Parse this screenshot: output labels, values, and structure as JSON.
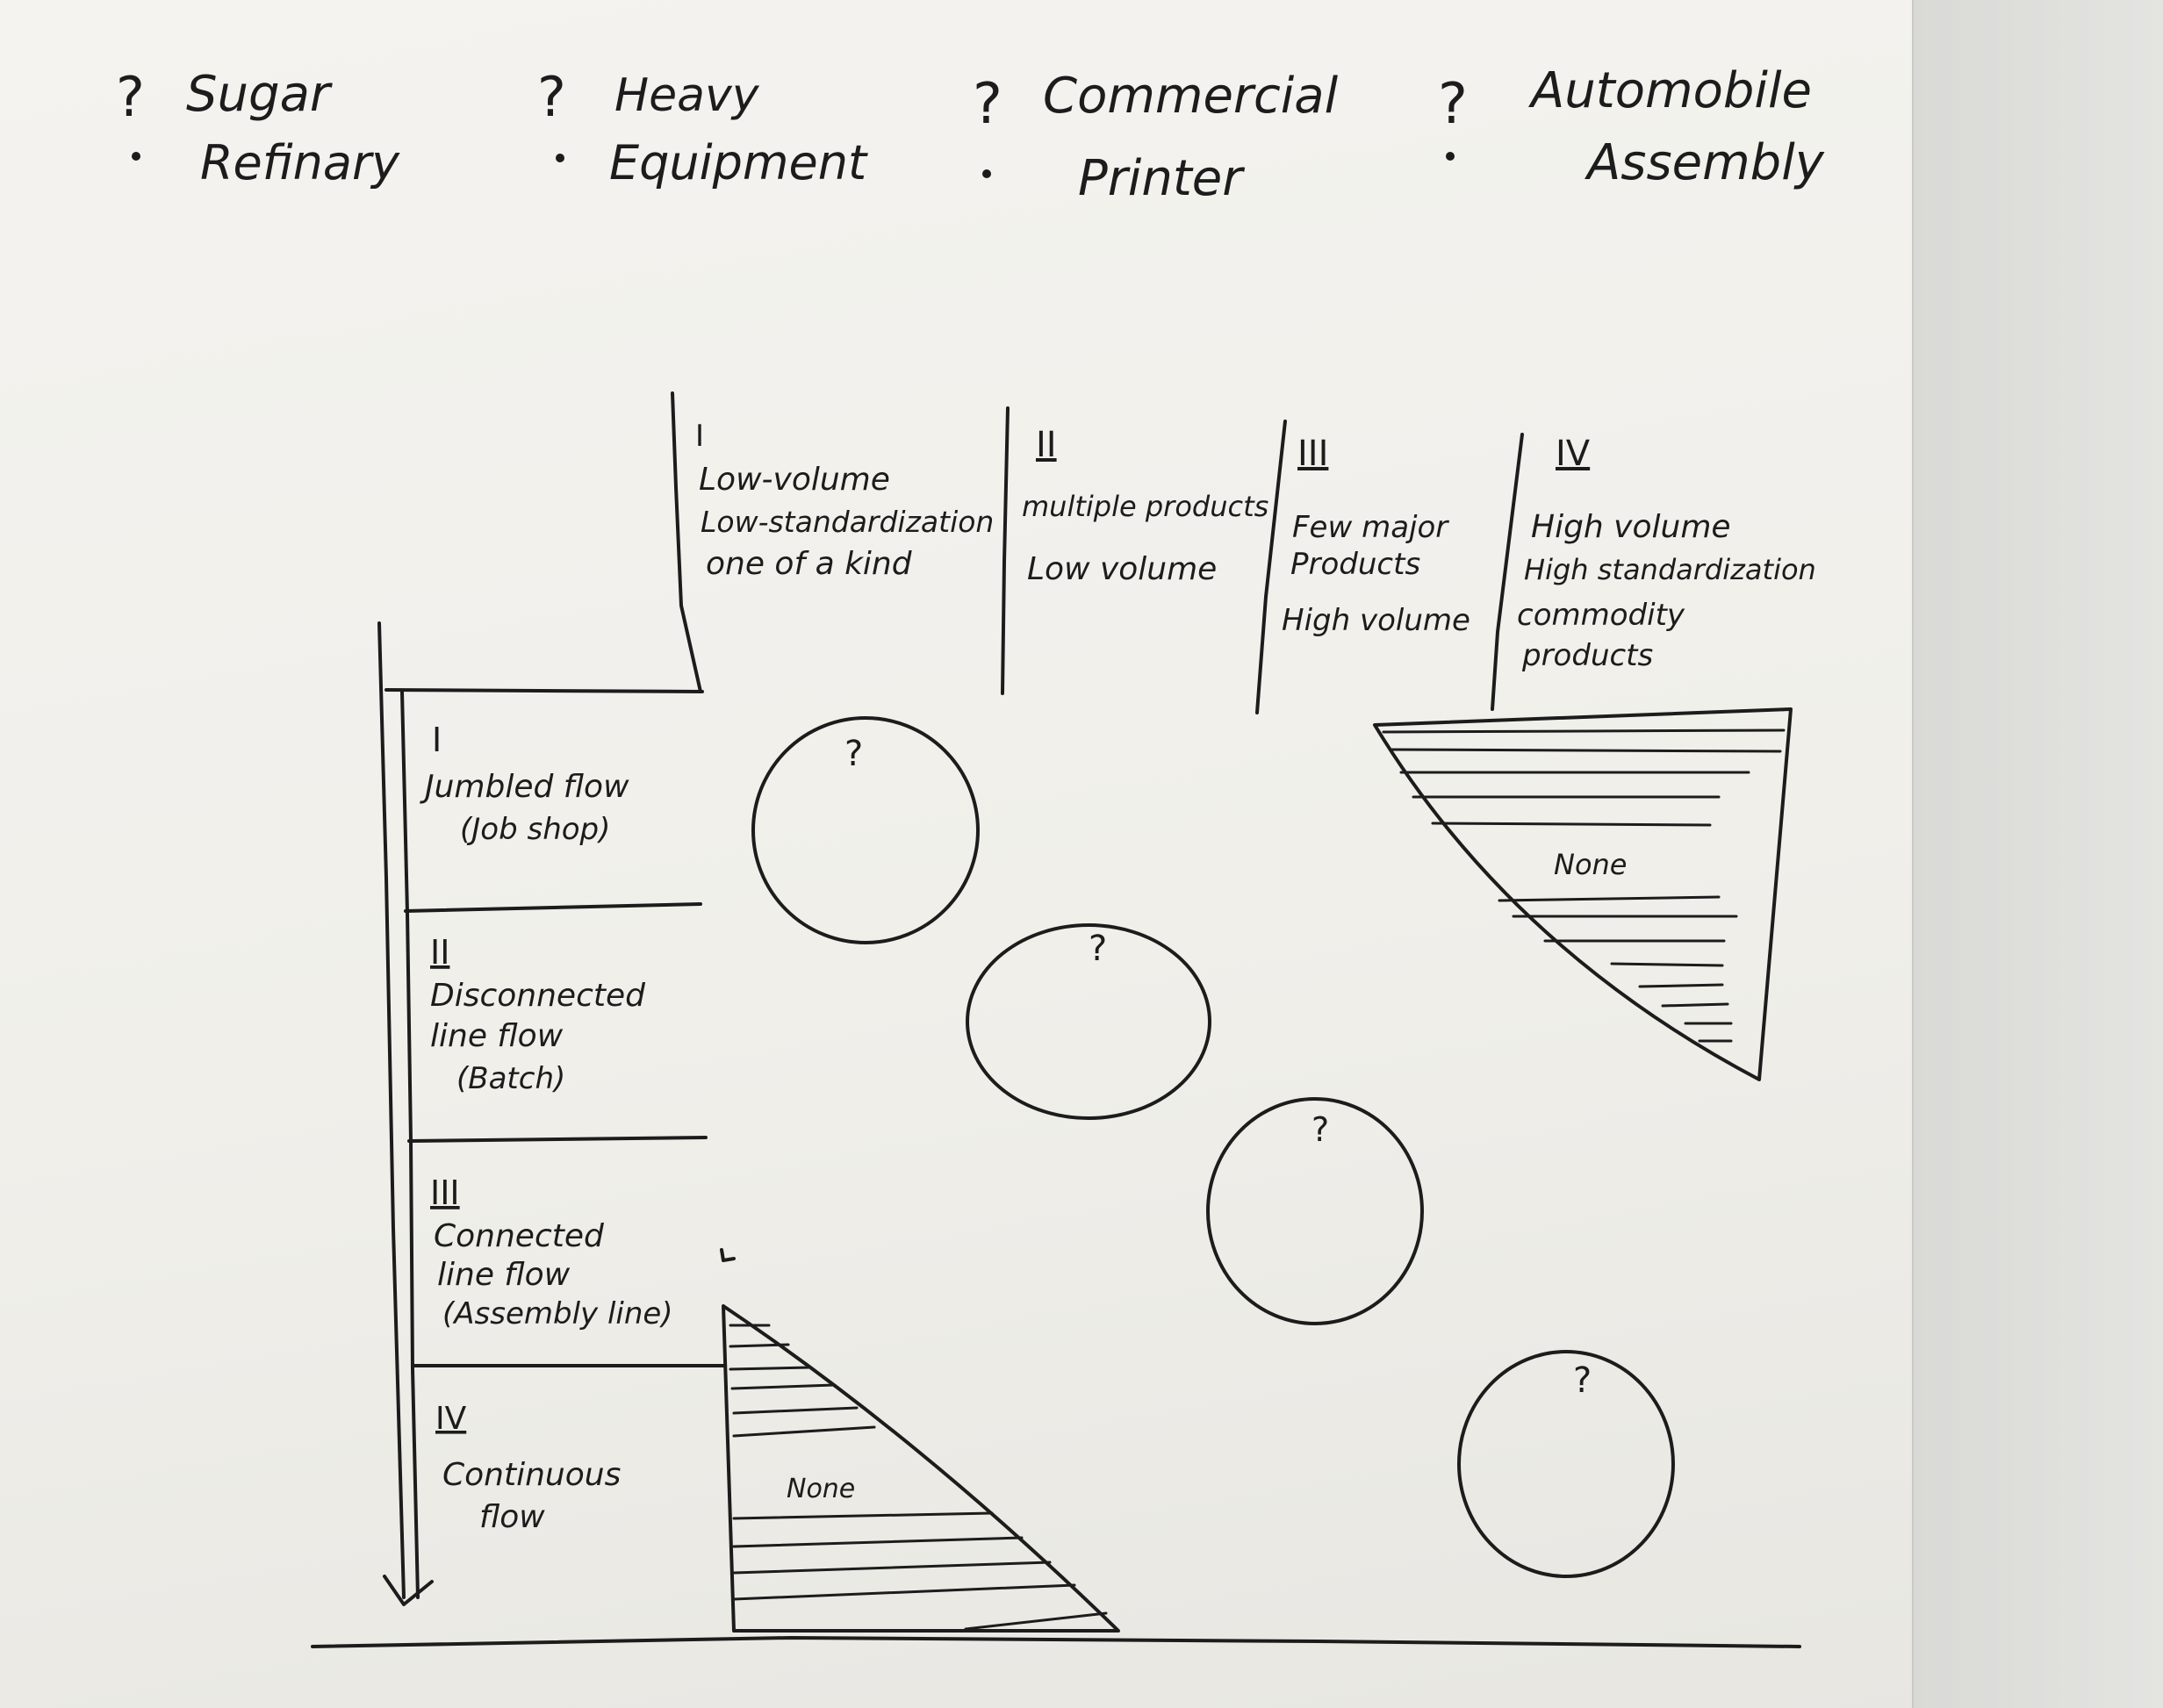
{
  "questions": [
    {
      "mark": "?",
      "line1": "Sugar",
      "line2": "Refinary"
    },
    {
      "mark": "?",
      "line1": "Heavy",
      "line2": "Equipment"
    },
    {
      "mark": "?",
      "line1": "Commercial",
      "line2": "Printer"
    },
    {
      "mark": "?",
      "line1": "Automobile",
      "line2": "Assembly"
    }
  ],
  "columns": [
    {
      "num": "I",
      "lines": [
        "Low-volume",
        "Low-standardization",
        "one of a kind"
      ]
    },
    {
      "num": "II",
      "lines": [
        "multiple products",
        "Low volume"
      ]
    },
    {
      "num": "III",
      "lines": [
        "Few major",
        "Products",
        "High volume"
      ]
    },
    {
      "num": "IV",
      "lines": [
        "High volume",
        "High standardization",
        "commodity",
        "products"
      ]
    }
  ],
  "rows": [
    {
      "num": "I",
      "lines": [
        "Jumbled flow",
        "(Job shop)"
      ]
    },
    {
      "num": "II",
      "lines": [
        "Disconnected",
        "line flow",
        "(Batch)"
      ]
    },
    {
      "num": "III",
      "lines": [
        "Connected",
        "line flow",
        "(Assembly line)"
      ]
    },
    {
      "num": "IV",
      "lines": [
        "Continuous",
        "flow"
      ]
    }
  ],
  "circles": [
    {
      "label": "?"
    },
    {
      "label": "?"
    },
    {
      "label": "?"
    },
    {
      "label": "?"
    }
  ],
  "empty_regions": [
    {
      "label": "None"
    },
    {
      "label": "None"
    }
  ],
  "colors": {
    "ink": "#1c1c1c",
    "paper": "#f2f1ec"
  }
}
